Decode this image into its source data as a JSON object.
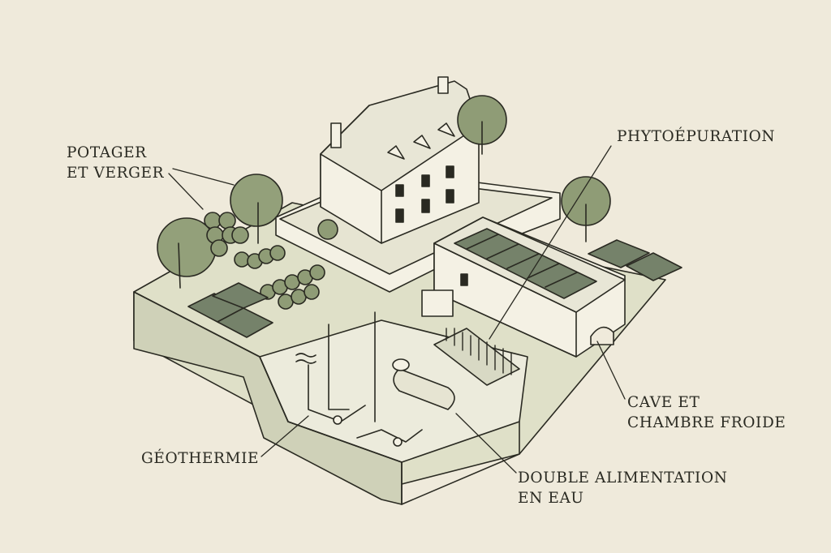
{
  "labels": {
    "potager": [
      "POTAGER",
      "ET VERGER"
    ],
    "phytoepuration": "PHYTOÉPURATION",
    "cave": [
      "CAVE ET",
      "CHAMBRE FROIDE"
    ],
    "geothermie": "GÉOTHERMIE",
    "double_alimentation": [
      "DOUBLE ALIMENTATION",
      "EN EAU"
    ]
  },
  "colors": {
    "background": "#efeadb",
    "ink": "#2a2a22",
    "paper": "#f4f1e4",
    "soil": "#dcdcc6",
    "ground_light": "#cfd1b8",
    "foliage": "#8f9c76",
    "foliage_dark": "#6c7a58",
    "panel": "#75826a"
  }
}
